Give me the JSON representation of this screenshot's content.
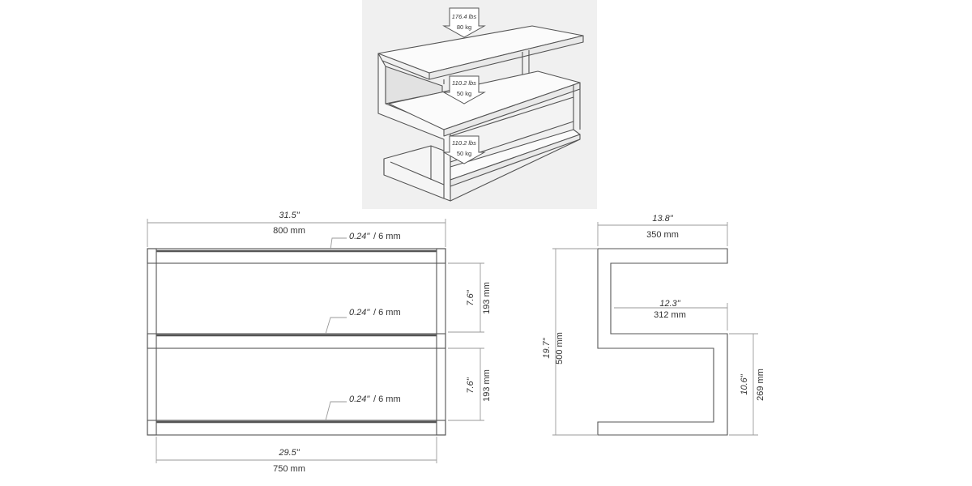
{
  "colors": {
    "panel_bg": "#f0f0f0",
    "line": "#555555",
    "dim_line": "#9a9a9a",
    "text": "#333333",
    "arrow_fill": "#ffffff"
  },
  "iso_view": {
    "loads": [
      {
        "imperial": "176.4 lbs",
        "metric": "80 kg"
      },
      {
        "imperial": "110.2 lbs",
        "metric": "50 kg"
      },
      {
        "imperial": "110.2 lbs",
        "metric": "50 kg"
      }
    ]
  },
  "front_view": {
    "overall_width": {
      "imperial": "31.5\"",
      "metric": "800 mm"
    },
    "inner_width": {
      "imperial": "29.5\"",
      "metric": "750 mm"
    },
    "shelf_thickness": [
      {
        "imperial": "0.24\"",
        "metric": "/ 6 mm"
      },
      {
        "imperial": "0.24\"",
        "metric": "/ 6 mm"
      },
      {
        "imperial": "0.24\"",
        "metric": "/ 6 mm"
      }
    ],
    "shelf_gaps": [
      {
        "imperial": "7.6\"",
        "metric": "193 mm"
      },
      {
        "imperial": "7.6\"",
        "metric": "193 mm"
      }
    ]
  },
  "side_view": {
    "depth": {
      "imperial": "13.8\"",
      "metric": "350 mm"
    },
    "inner_depth": {
      "imperial": "12.3\"",
      "metric": "312 mm"
    },
    "height": {
      "imperial": "19.7\"",
      "metric": "500 mm"
    },
    "lower_height": {
      "imperial": "10.6\"",
      "metric": "269 mm"
    }
  }
}
